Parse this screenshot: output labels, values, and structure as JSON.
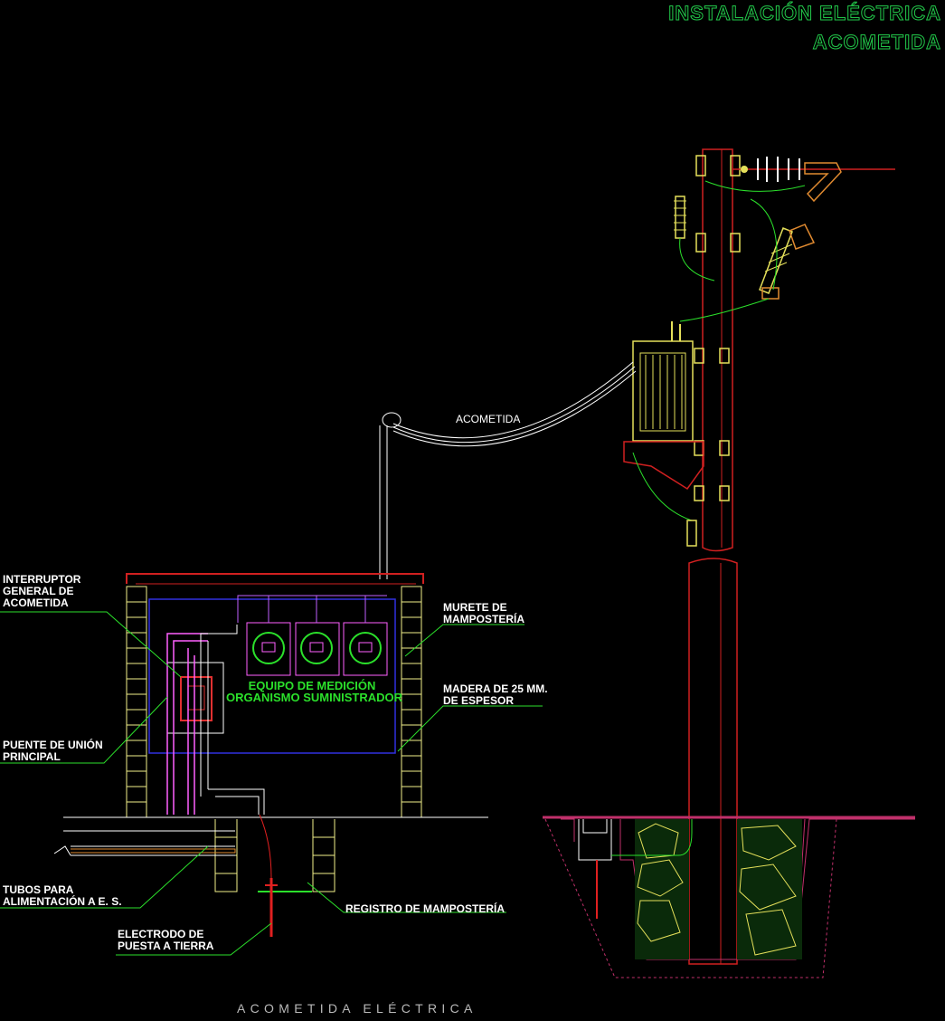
{
  "title": {
    "line1": "INSTALACIÓN ELÉCTRICA",
    "line2": "ACOMETIDA"
  },
  "labels": {
    "acometida": "ACOMETIDA",
    "interruptor": [
      "INTERRUPTOR",
      "GENERAL  DE",
      "ACOMETIDA"
    ],
    "murete": [
      "MURETE DE",
      "MAMPOSTERÍA"
    ],
    "madera": [
      "MADERA DE 25 MM.",
      "DE ESPESOR"
    ],
    "puente": [
      "PUENTE DE UNIÓN",
      "PRINCIPAL"
    ],
    "equipo": [
      "EQUIPO DE MEDICIÓN",
      "ORGANISMO SUMINISTRADOR"
    ],
    "tubos": [
      "TUBOS PARA",
      "ALIMENTACIÓN A E. S."
    ],
    "registro": "REGISTRO DE MAMPOSTERÍA",
    "electrodo": [
      "ELECTRODO DE",
      "PUESTA A TIERRA"
    ]
  },
  "footer": "ACOMETIDA ELÉCTRICA",
  "colors": {
    "title": "#22c84a",
    "pole": "#d02020",
    "wall": "#f2f08a",
    "panel": "#3030e0",
    "meter": "#2be02b",
    "ground": "#c0306a"
  }
}
